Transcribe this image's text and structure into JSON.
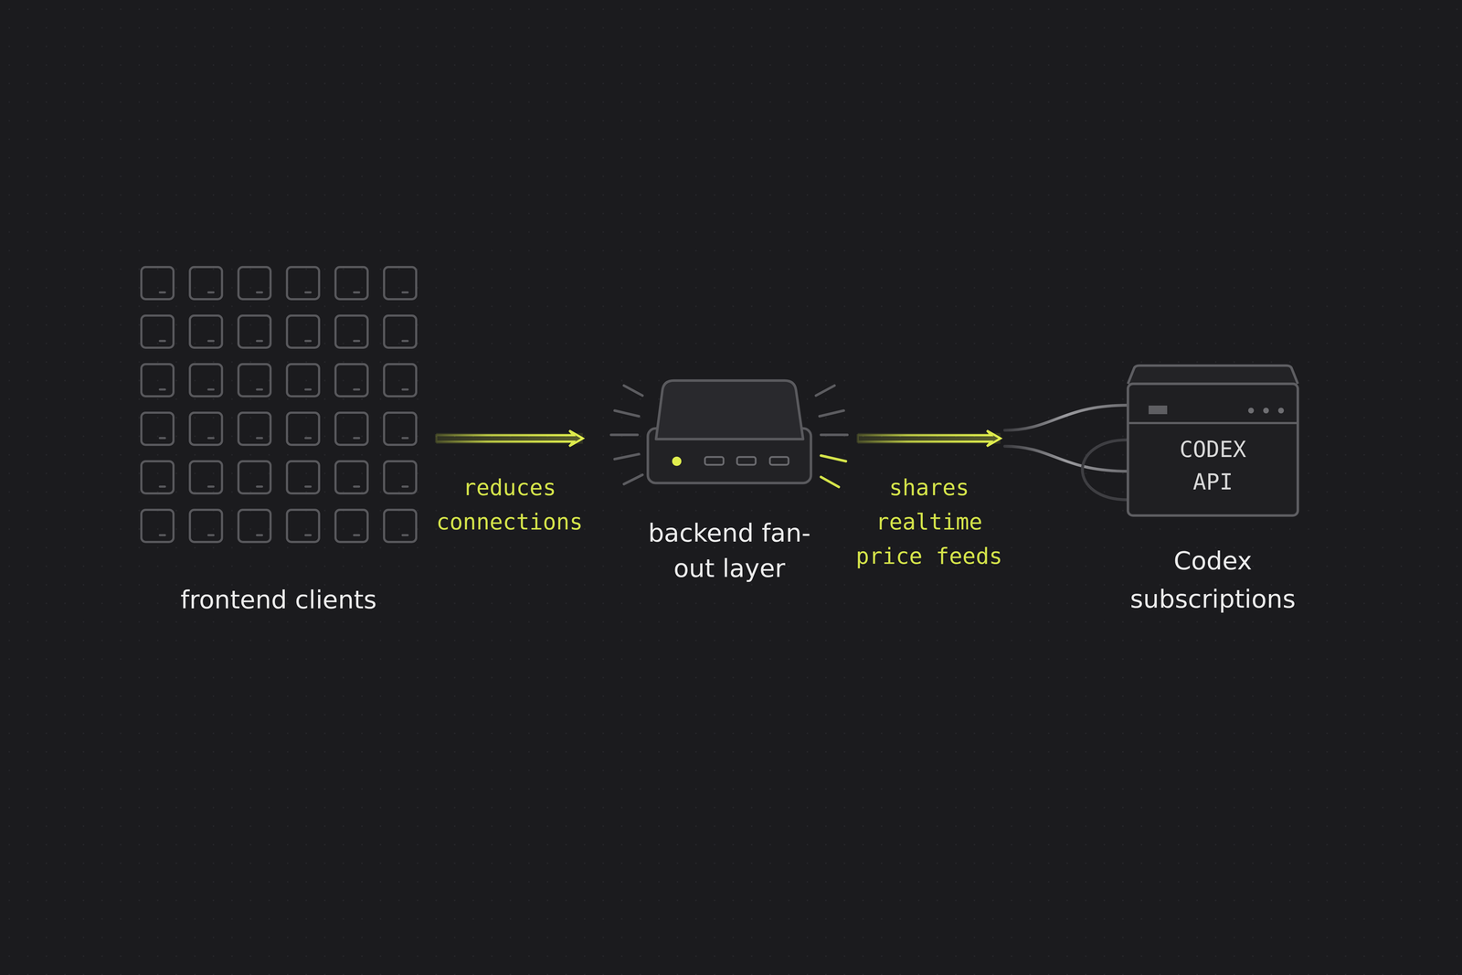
{
  "diagram": {
    "nodes": [
      {
        "text": [
          "frontend clients"
        ]
      },
      {
        "text": [
          "backend fan-out layer"
        ]
      },
      {
        "text": [
          "CODEX API",
          "Codex subscriptions"
        ]
      }
    ],
    "edges": [
      {
        "from": 0,
        "to": 1,
        "label": "reduces connections",
        "arrow": "to"
      },
      {
        "from": 1,
        "to": 2,
        "label": "shares realtime price feeds",
        "arrow": "to"
      }
    ]
  }
}
